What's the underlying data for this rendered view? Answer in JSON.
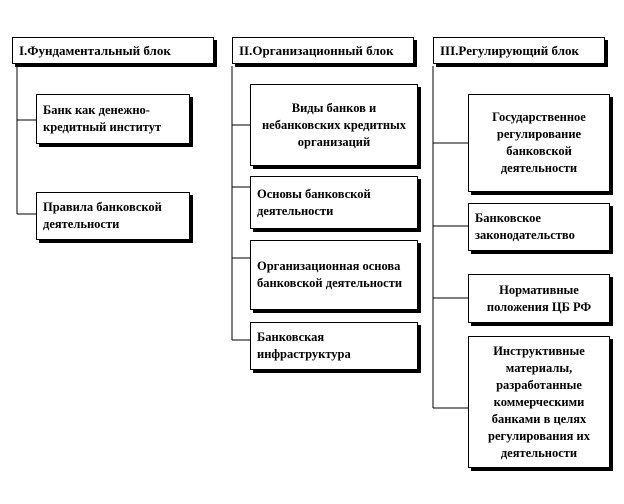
{
  "headers": [
    "I.Фундаментальный блок",
    "II.Организационный  блок",
    "III.Регулирующий  блок"
  ],
  "block1": [
    "Банк как денежно-кредитный институт",
    "Правила банковской деятельности"
  ],
  "block2": [
    "Виды банков и небанковских кредитных организаций",
    "Основы банковской деятельности",
    "Организационная основа банковской деятельности",
    "Банковская инфраструктура"
  ],
  "block3": [
    "Государственное регулирование банковской деятельности",
    "Банковское законодательство",
    "Нормативные положения  ЦБ РФ",
    "Инструктивные материалы, разработанные коммерческими банками в целях регулирования  их деятельности"
  ]
}
